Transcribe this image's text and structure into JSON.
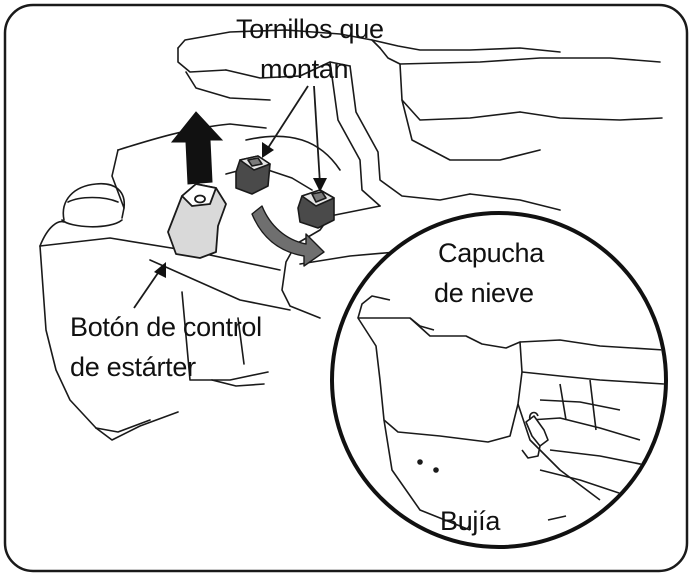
{
  "labels": {
    "mounting_screws": [
      "Tornillos que",
      "montan"
    ],
    "choke_knob": [
      "Botón de control",
      "de estárter"
    ],
    "snow_hood": [
      "Capucha",
      "de nieve"
    ],
    "spark_plug": "Bujía"
  },
  "colors": {
    "line": "#1a1a1a",
    "arrow_fill": "#111111",
    "curved_arrow_fill": "#6f6f6f",
    "knob_fill": "#d9d9d9",
    "background": "#ffffff"
  }
}
